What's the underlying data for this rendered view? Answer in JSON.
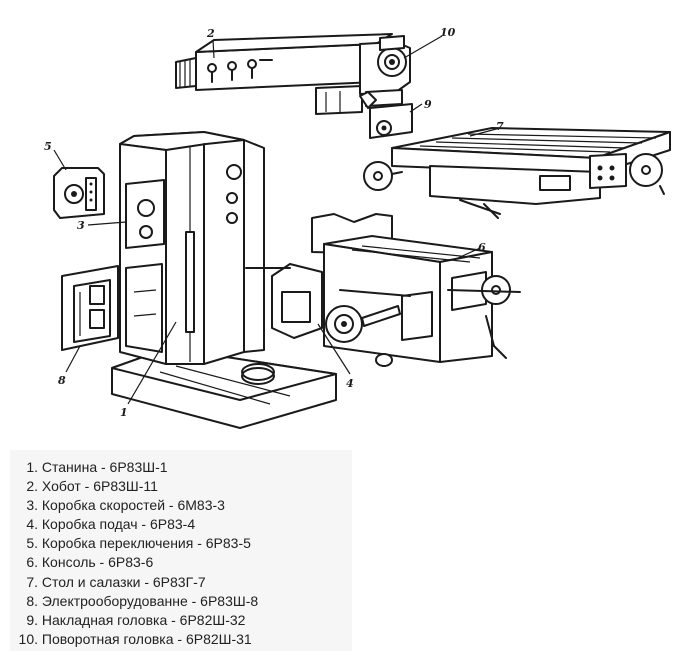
{
  "callouts": [
    "1",
    "2",
    "3",
    "4",
    "5",
    "6",
    "7",
    "8",
    "9",
    "10"
  ],
  "legend": [
    {
      "num": "1.",
      "text": "Станина - 6Р83Ш-1"
    },
    {
      "num": "2.",
      "text": "Хобот - 6Р83Ш-11"
    },
    {
      "num": "3.",
      "text": "Коробка скоростей - 6М83-3"
    },
    {
      "num": "4.",
      "text": "Коробка подач - 6Р83-4"
    },
    {
      "num": "5.",
      "text": "Коробка переключения - 6Р83-5"
    },
    {
      "num": "6.",
      "text": "Консоль - 6Р83-6"
    },
    {
      "num": "7.",
      "text": "Стол и салазки - 6Р83Г-7"
    },
    {
      "num": "8.",
      "text": "Электрооборудованне - 6Р83Ш-8"
    },
    {
      "num": "9.",
      "text": "Накладная головка - 6Р82Ш-32"
    },
    {
      "num": "10.",
      "text": "Поворотная головка - 6Р82Ш-31"
    }
  ]
}
